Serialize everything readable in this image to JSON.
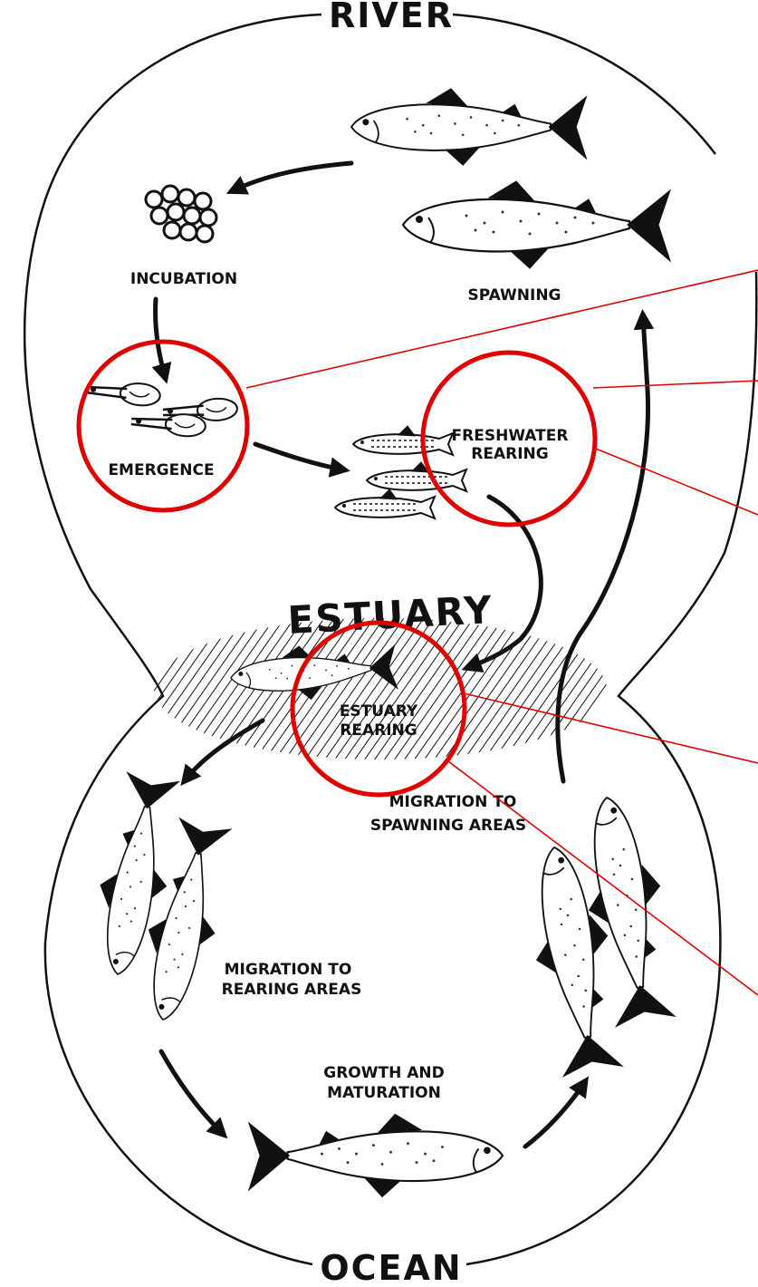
{
  "regions": {
    "river": "RIVER",
    "estuary": "ESTUARY",
    "ocean": "OCEAN"
  },
  "stages": {
    "incubation": "INCUBATION",
    "spawning": "SPAWNING",
    "emergence": "EMERGENCE",
    "freshwater_rearing_1": "FRESHWATER",
    "freshwater_rearing_2": "REARING",
    "estuary_rearing_1": "ESTUARY",
    "estuary_rearing_2": "REARING",
    "migration_spawning_1": "MIGRATION TO",
    "migration_spawning_2": "SPAWNING AREAS",
    "migration_rearing_1": "MIGRATION TO",
    "migration_rearing_2": "REARING AREAS",
    "growth_1": "GROWTH AND",
    "growth_2": "MATURATION"
  },
  "highlight_color": "#e00000"
}
